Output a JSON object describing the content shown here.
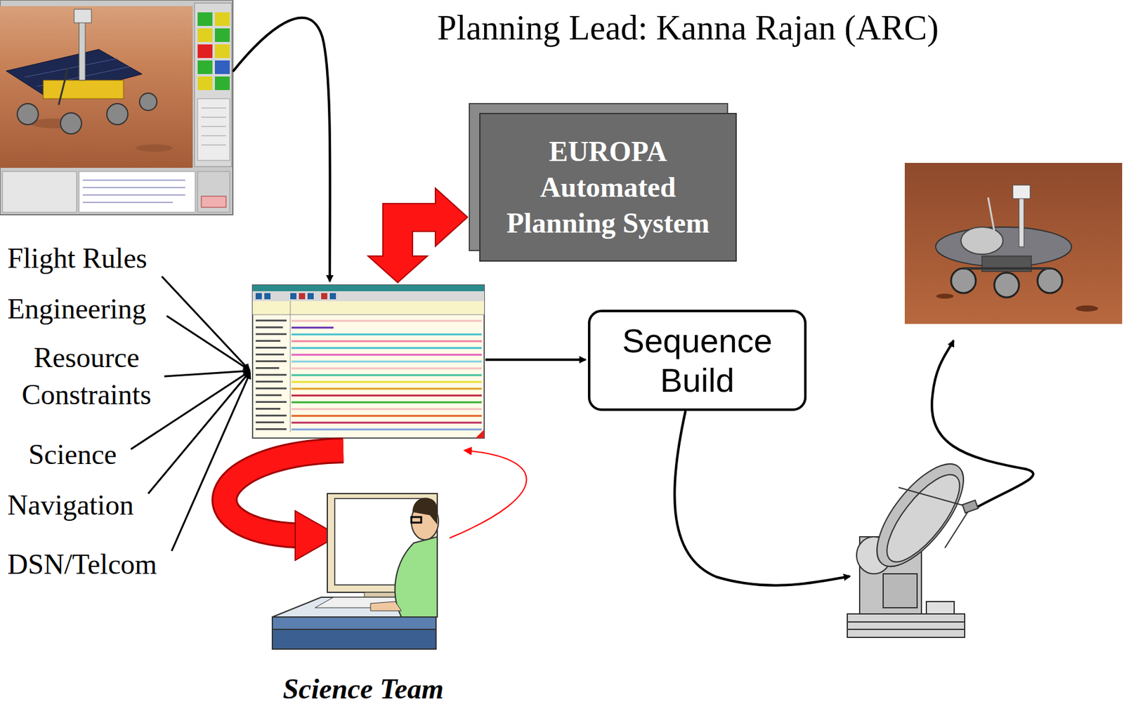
{
  "diagram": {
    "title": "Planning Lead: Kanna Rajan (ARC)",
    "nodes": [
      {
        "text": [
          "EUROPA Automated Planning System"
        ]
      },
      {
        "text": [
          "Sequence Build"
        ]
      }
    ],
    "labels": [
      "Flight Rules",
      "Engineering",
      "Resource Constraints",
      "Science",
      "Navigation",
      "DSN/Telcom",
      "Science Team"
    ]
  }
}
